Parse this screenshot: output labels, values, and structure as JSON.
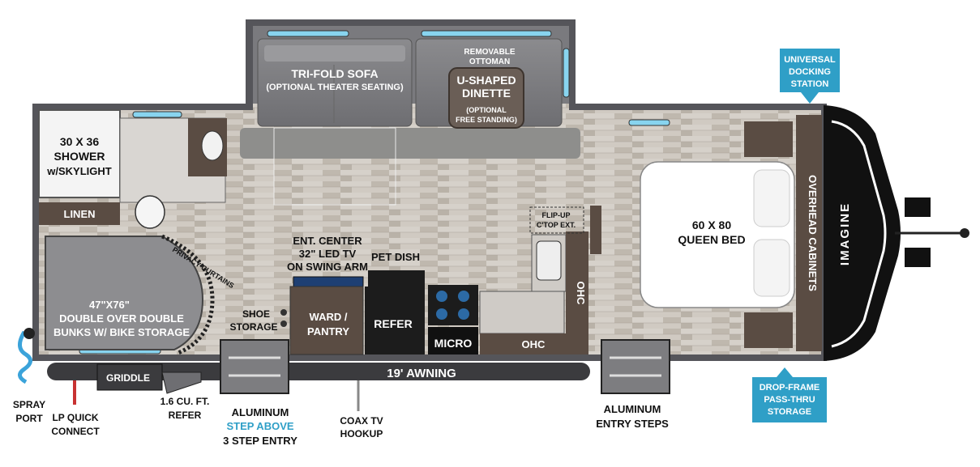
{
  "colors": {
    "wall": "#55555a",
    "floor": "#c9c3ba",
    "cabinet": "#5a4c43",
    "appliance": "#1c1c1c",
    "callout_fill": "#2f9fc7",
    "window": "#88d4ef",
    "hose": "#3ba3da",
    "text_dark": "#111111",
    "text_light": "#ffffff"
  },
  "rooms": {
    "sofa": [
      "TRI-FOLD SOFA",
      "(OPTIONAL THEATER SEATING)"
    ],
    "ottoman": [
      "REMOVABLE",
      "OTTOMAN"
    ],
    "dinette": [
      "U-SHAPED",
      "DINETTE"
    ],
    "dinette_note": [
      "(OPTIONAL",
      "FREE STANDING)"
    ],
    "shower": [
      "30 x 36",
      "SHOWER",
      "w/SKYLIGHT"
    ],
    "linen": "LINEN",
    "privacy": "PRIVACY CURTAINS",
    "bunks": [
      "47\"x76\"",
      "DOUBLE OVER DOUBLE",
      "BUNKS W/ BIKE STORAGE"
    ],
    "ent_center": [
      "ENT. CENTER",
      "32\" LED TV",
      "ON SWING ARM"
    ],
    "pet_dish": "PET DISH",
    "shoe_storage": [
      "SHOE",
      "STORAGE"
    ],
    "ward_pantry": [
      "WARD /",
      "PANTRY"
    ],
    "refer": "REFER",
    "micro": "MICRO",
    "ohc_bottom": "OHC",
    "ohc_side": "OHC",
    "flipup": [
      "FLIP-UP",
      "C'TOP EXT."
    ],
    "queen_bed": [
      "60 x 80",
      "QUEEN BED"
    ],
    "overhead_cabinets": "OVERHEAD CABINETS",
    "brand": "IMAGINE",
    "awning": "19' AWNING",
    "griddle": "GRIDDLE"
  },
  "exterior": {
    "spray_port": [
      "SPRAY",
      "PORT"
    ],
    "lp_quick": [
      "LP QUICK",
      "CONNECT"
    ],
    "small_refer": [
      "1.6 CU. FT.",
      "REFER"
    ],
    "aluminum_step": {
      "line1": "ALUMINUM",
      "line2": "STEP ABOVE",
      "line3": "3 STEP ENTRY"
    },
    "coax": [
      "COAX TV",
      "HOOKUP"
    ],
    "entry_steps": [
      "ALUMINUM",
      "ENTRY STEPS"
    ]
  },
  "callouts": {
    "docking": [
      "UNIVERSAL",
      "DOCKING",
      "STATION"
    ],
    "dropframe": [
      "DROP-FRAME",
      "PASS-THRU",
      "STORAGE"
    ]
  }
}
